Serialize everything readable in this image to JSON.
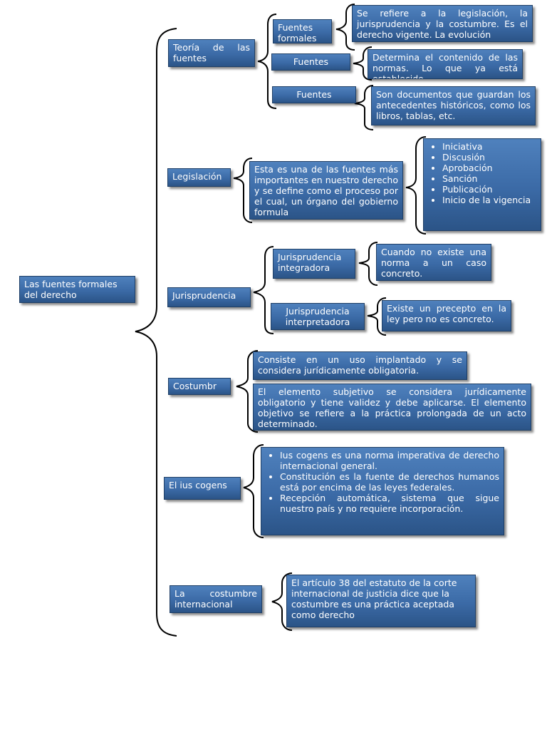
{
  "root": {
    "label": "Las fuentes formales del derecho"
  },
  "teoria": {
    "label": "Teoría de las fuentes",
    "fuentes_formales": {
      "label": "Fuentes formales",
      "desc": "Se refiere a la legislación, la jurisprudencia y la costumbre. Es el derecho vigente. La evolución"
    },
    "fuentes_reales": {
      "label": "Fuentes",
      "desc": "Determina el contenido de las normas. Lo que ya está establecido"
    },
    "fuentes_historicas": {
      "label": "Fuentes",
      "desc": "Son documentos que guardan los antecedentes históricos, como los libros, tablas, etc."
    }
  },
  "legislacion": {
    "label": "Legislación",
    "desc": "Esta es una de las fuentes más importantes en nuestro derecho y se define como el proceso por el cual, un órgano del gobierno formula",
    "steps": [
      "Iniciativa",
      "Discusión",
      "Aprobación",
      "Sanción",
      "Publicación",
      "Inicio de la vigencia"
    ]
  },
  "jurisprudencia": {
    "label": "Jurisprudencia",
    "integradora": {
      "label": "Jurisprudencia integradora",
      "desc": "Cuando no existe una norma a un caso concreto."
    },
    "interpretadora": {
      "label": "Jurisprudencia interpretadora",
      "desc": "Existe un precepto en la ley pero no es concreto."
    }
  },
  "costumbre": {
    "label": "Costumbr",
    "desc1": "Consiste en un uso implantado y se considera jurídicamente obligatoria.",
    "desc2": "El elemento subjetivo se considera jurídicamente obligatorio y tiene validez y debe aplicarse. El elemento objetivo se refiere a la práctica prolongada de un acto determinado."
  },
  "ius_cogens": {
    "label": "El ius cogens",
    "items": [
      "Ius cogens es una norma imperativa de derecho internacional general.",
      "Constitución es la fuente de derechos humanos está por encima de las leyes federales.",
      "Recepción automática, sistema que sigue nuestro país y no requiere incorporación."
    ]
  },
  "costumbre_internacional": {
    "label": "La costumbre internacional",
    "desc": "El artículo 38 del estatuto de la corte internacional de justicia dice que la costumbre es una práctica aceptada como derecho"
  }
}
